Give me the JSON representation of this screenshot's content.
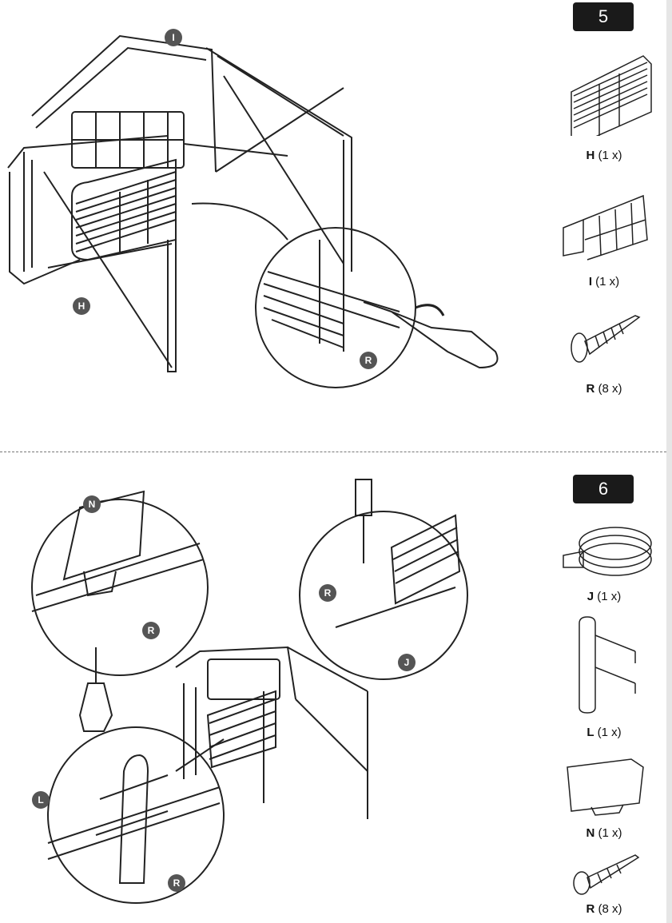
{
  "steps": [
    {
      "number": "5",
      "parts": [
        {
          "letter": "H",
          "qty": "(1 x)"
        },
        {
          "letter": "I",
          "qty": "(1 x)"
        },
        {
          "letter": "R",
          "qty": "(8 x)"
        }
      ],
      "callouts": [
        "I",
        "H",
        "R"
      ]
    },
    {
      "number": "6",
      "parts": [
        {
          "letter": "J",
          "qty": "(1 x)"
        },
        {
          "letter": "L",
          "qty": "(1 x)"
        },
        {
          "letter": "N",
          "qty": "(1 x)"
        },
        {
          "letter": "R",
          "qty": "(8 x)"
        }
      ],
      "callouts": [
        "N",
        "R",
        "R",
        "J",
        "L",
        "R"
      ]
    }
  ],
  "colors": {
    "badge": "#1a1a1a",
    "callout": "#555555",
    "line": "#222222"
  }
}
